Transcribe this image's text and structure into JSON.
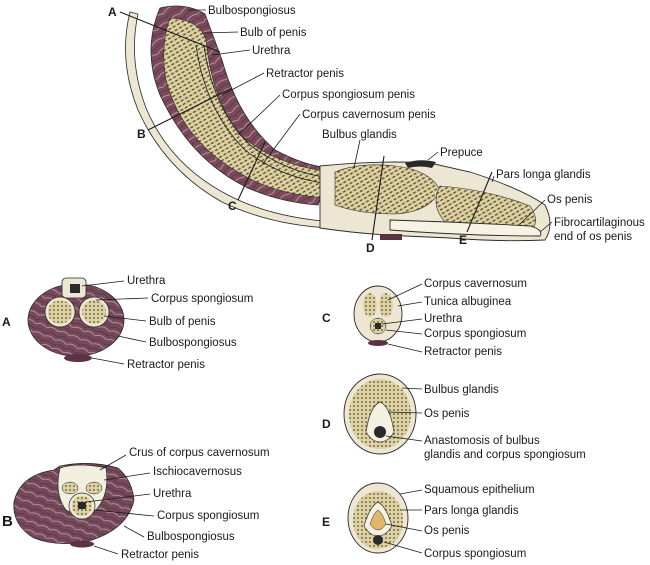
{
  "section_letters": [
    "A",
    "B",
    "C",
    "D",
    "E"
  ],
  "main_labels": {
    "bulbospongiosus": "Bulbospongiosus",
    "bulb_of_penis": "Bulb of penis",
    "urethra": "Urethra",
    "retractor_penis": "Retractor penis",
    "corpus_spongiosum_penis": "Corpus spongiosum penis",
    "corpus_cavernosum_penis": "Corpus cavernosum penis",
    "bulbus_glandis": "Bulbus glandis",
    "prepuce": "Prepuce",
    "pars_longa_glandis": "Pars longa glandis",
    "os_penis": "Os penis",
    "fibrocartilaginous_1": "Fibrocartilaginous",
    "fibrocartilaginous_2": "end of os penis"
  },
  "section_a": [
    "Urethra",
    "Corpus spongiosum",
    "Bulb of penis",
    "Bulbospongiosus",
    "Retractor penis"
  ],
  "section_b": [
    "Crus of corpus cavernosum",
    "Ischiocavernosus",
    "Urethra",
    "Corpus spongiosum",
    "Bulbospongiosus",
    "Retractor penis"
  ],
  "section_c": [
    "Corpus cavernosum",
    "Tunica albuginea",
    "Urethra",
    "Corpus spongiosum",
    "Retractor penis"
  ],
  "section_d": [
    "Bulbus glandis",
    "Os penis",
    "Anastomosis of bulbus",
    "glandis and corpus spongiosum"
  ],
  "section_e": [
    "Squamous epithelium",
    "Pars longa glandis",
    "Os penis",
    "Corpus spongiosum"
  ],
  "colors": {
    "muscle": "#7a4a5c",
    "muscle_dark": "#5a3244",
    "erectile": "#d8cc9c",
    "erectile_dark": "#6b5a30",
    "capsule": "#ece6d2",
    "outline": "#2a2a2a"
  }
}
